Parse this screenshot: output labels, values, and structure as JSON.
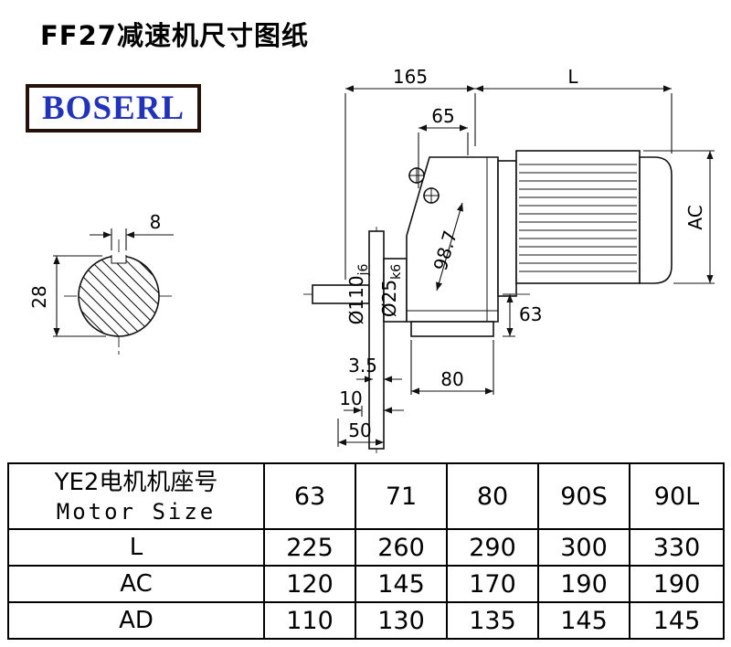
{
  "page": {
    "title": "FF27减速机尺寸图纸",
    "logo_text": "BOSERL"
  },
  "drawing": {
    "dims": {
      "top_width": "165",
      "motor_length": "L",
      "top_inner": "65",
      "motor_height": "AC",
      "key_width": "8",
      "section_height": "28",
      "flange_dia": "Ø110",
      "flange_fit": "j6",
      "shaft_dia": "Ø25",
      "shaft_fit": "k6",
      "diag_height": "98.7",
      "foot_height": "63",
      "gap": "3.5",
      "base_width": "80",
      "flange_thickness": "10",
      "shaft_length": "50"
    }
  },
  "table": {
    "header_cn": "YE2电机机座号",
    "header_en": "Motor Size",
    "sizes": [
      "63",
      "71",
      "80",
      "90S",
      "90L"
    ],
    "rows": [
      {
        "label": "L",
        "values": [
          "225",
          "260",
          "290",
          "300",
          "330"
        ]
      },
      {
        "label": "AC",
        "values": [
          "120",
          "145",
          "170",
          "190",
          "190"
        ]
      },
      {
        "label": "AD",
        "values": [
          "110",
          "130",
          "135",
          "145",
          "145"
        ]
      }
    ]
  }
}
